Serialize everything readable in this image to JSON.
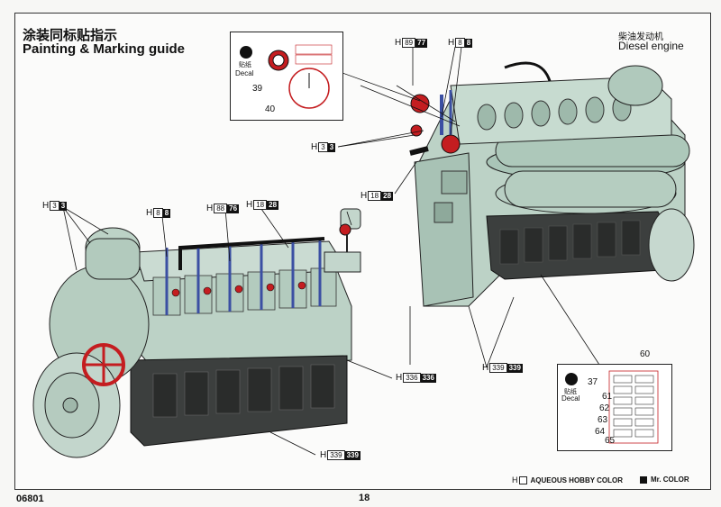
{
  "header": {
    "title_cn": "涂装同标贴指示",
    "title_en": "Painting & Marking guide"
  },
  "caption": {
    "cn": "柴油发动机",
    "en": "Diesel engine"
  },
  "paint_callouts": [
    {
      "h": "H",
      "aqueous": "89",
      "mr": "77"
    },
    {
      "h": "H",
      "aqueous": "8",
      "mr": "8"
    },
    {
      "h": "H",
      "aqueous": "3",
      "mr": "3"
    },
    {
      "h": "H",
      "aqueous": "18",
      "mr": "28"
    },
    {
      "h": "H",
      "aqueous": "3",
      "mr": "3"
    },
    {
      "h": "H",
      "aqueous": "8",
      "mr": "8"
    },
    {
      "h": "H",
      "aqueous": "88",
      "mr": "76"
    },
    {
      "h": "H",
      "aqueous": "18",
      "mr": "28"
    },
    {
      "h": "H",
      "aqueous": "339",
      "mr": "339"
    },
    {
      "h": "H",
      "aqueous": "336",
      "mr": "336"
    },
    {
      "h": "H",
      "aqueous": "339",
      "mr": "339"
    }
  ],
  "decal_top": {
    "label_cn": "贴纸",
    "label_en": "Decal",
    "numbers": [
      "39",
      "40"
    ]
  },
  "decal_bottom": {
    "label_cn": "贴纸",
    "label_en": "Decal",
    "numbers": [
      "60",
      "37",
      "61",
      "62",
      "63",
      "64",
      "65"
    ]
  },
  "legend": {
    "h_symbol": "H",
    "aqueous_label": "AQUEOUS HOBBY COLOR",
    "mr_label": "Mr. COLOR"
  },
  "footer": {
    "code": "06801",
    "page": "18"
  },
  "colors": {
    "engine_green": "#bfd4c9",
    "engine_dark": "#3c3f3e",
    "wheel_red": "#c41d20",
    "pipe_blue": "#3b4fa3"
  }
}
